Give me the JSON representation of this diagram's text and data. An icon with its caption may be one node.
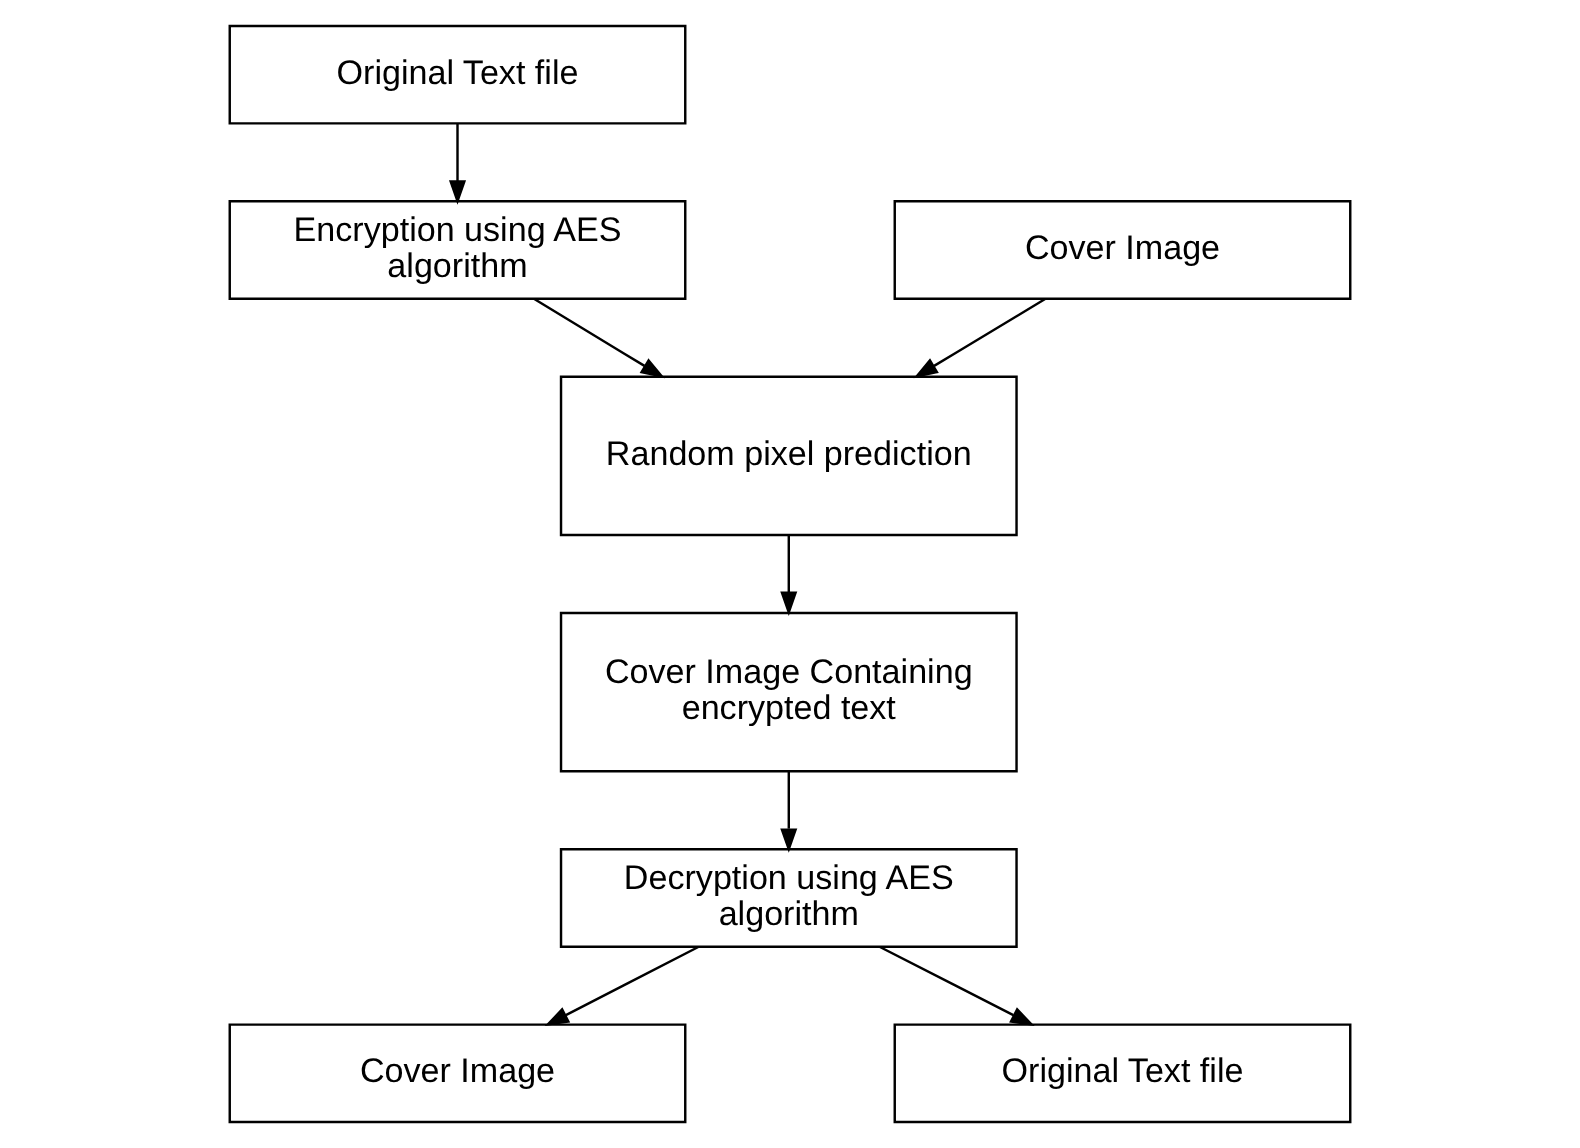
{
  "diagram": {
    "nodes": [
      {
        "text": [
          "Original Text file"
        ]
      },
      {
        "text": [
          "Cover Image"
        ]
      },
      {
        "text": [
          "Encryption using AES algorithm"
        ]
      },
      {
        "text": [
          "Random pixel prediction"
        ]
      },
      {
        "text": [
          "Cover Image Containing encrypted text"
        ]
      },
      {
        "text": [
          "Decryption using AES algorithm"
        ]
      },
      {
        "text": [
          "Cover Image"
        ]
      },
      {
        "text": [
          "Original Text file"
        ]
      }
    ],
    "edges": [
      {
        "from": 0,
        "to": 2,
        "arrow": "to"
      },
      {
        "from": 1,
        "to": 3,
        "arrow": "to"
      },
      {
        "from": 2,
        "to": 3,
        "arrow": "to"
      },
      {
        "from": 3,
        "to": 4,
        "arrow": "to"
      },
      {
        "from": 4,
        "to": 5,
        "arrow": "to"
      },
      {
        "from": 5,
        "to": 6,
        "arrow": "to"
      },
      {
        "from": 5,
        "to": 7,
        "arrow": "to"
      }
    ]
  }
}
